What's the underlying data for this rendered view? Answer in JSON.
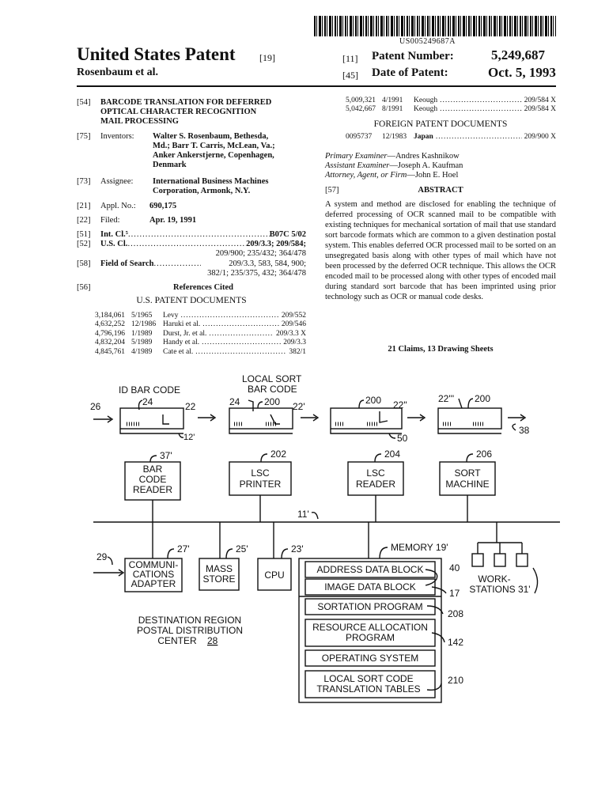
{
  "header": {
    "document_number": "US005249687A",
    "title": "United States Patent",
    "title_code": "[19]",
    "assignee_short": "Rosenbaum et al.",
    "patent_number_code": "[11]",
    "patent_number_label": "Patent Number:",
    "patent_number": "5,249,687",
    "date_code": "[45]",
    "date_label": "Date of Patent:",
    "date": "Oct. 5, 1993"
  },
  "left": {
    "title_code": "[54]",
    "title_lines": [
      "BARCODE TRANSLATION FOR DEFERRED",
      "OPTICAL CHARACTER RECOGNITION",
      "MAIL PROCESSING"
    ],
    "inventors_code": "[75]",
    "inventors_label": "Inventors:",
    "inventors_lines": [
      "Walter S. Rosenbaum, Bethesda,",
      "Md.; Barr T. Carris, McLean, Va.;",
      "Anker Ankerstjerne, Copenhagen,",
      "Denmark"
    ],
    "assignee_code": "[73]",
    "assignee_label": "Assignee:",
    "assignee_lines": [
      "International Business Machines",
      "Corporation, Armonk, N.Y."
    ],
    "appl_code": "[21]",
    "appl_label": "Appl. No.:",
    "appl_value": "690,175",
    "filed_code": "[22]",
    "filed_label": "Filed:",
    "filed_value": "Apr. 19, 1991",
    "intcl_code": "[51]",
    "intcl_label": "Int. Cl.⁵",
    "intcl_value": "B07C 5/02",
    "uscl_code": "[52]",
    "uscl_label": "U.S. Cl.",
    "uscl_value": "209/3.3; 209/584;",
    "uscl_cont": "209/900; 235/432; 364/478",
    "search_code": "[58]",
    "search_label": "Field of Search",
    "search_value": "209/3.3, 583, 584, 900;",
    "search_cont": "382/1; 235/375, 432; 364/478",
    "refs_code": "[56]",
    "refs_title": "References Cited",
    "us_docs_title": "U.S. PATENT DOCUMENTS",
    "us_docs": [
      {
        "num": "3,184,061",
        "date": "5/1965",
        "name": "Levy",
        "cls": "209/552"
      },
      {
        "num": "4,632,252",
        "date": "12/1986",
        "name": "Haruki et al.",
        "cls": "209/546"
      },
      {
        "num": "4,796,196",
        "date": "1/1989",
        "name": "Durst, Jr. et al.",
        "cls": "209/3.3 X"
      },
      {
        "num": "4,832,204",
        "date": "5/1989",
        "name": "Handy et al.",
        "cls": "209/3.3"
      },
      {
        "num": "4,845,761",
        "date": "4/1989",
        "name": "Cate et al.",
        "cls": "382/1"
      }
    ]
  },
  "right": {
    "us_docs_cont": [
      {
        "num": "5,009,321",
        "date": "4/1991",
        "name": "Keough",
        "cls": "209/584 X"
      },
      {
        "num": "5,042,667",
        "date": "8/1991",
        "name": "Keough",
        "cls": "209/584 X"
      }
    ],
    "foreign_title": "FOREIGN PATENT DOCUMENTS",
    "foreign_docs": [
      {
        "num": "0095737",
        "date": "12/1983",
        "name": "Japan",
        "cls": "209/900 X"
      }
    ],
    "primary_label": "Primary Examiner",
    "primary_value": "—Andres Kashnikow",
    "assistant_label": "Assistant Examiner",
    "assistant_value": "—Joseph A. Kaufman",
    "attorney_label": "Attorney, Agent, or Firm",
    "attorney_value": "—John E. Hoel",
    "abstract_code": "[57]",
    "abstract_title": "ABSTRACT",
    "abstract_text": "A system and method are disclosed for enabling the technique of deferred processing of OCR scanned mail to be compatible with existing techniques for mechanical sortation of mail that use standard sort barcode formats which are common to a given destination postal system. This enables deferred OCR processed mail to be sorted on an unsegregated basis along with other types of mail which have not been processed by the deferred OCR technique. This allows the OCR encoded mail to be processed along with other types of encoded mail during standard sort barcode that has been imprinted using prior technology such as OCR or manual code desks.",
    "claims": "21 Claims, 13 Drawing Sheets"
  },
  "drawing": {
    "label_id_bar_code": "ID BAR CODE",
    "label_local_sort_1": "LOCAL SORT",
    "label_local_sort_2": "BAR CODE",
    "ref_26": "26",
    "ref_24a": "24",
    "ref_22": "22",
    "ref_24b": "24",
    "ref_200a": "200",
    "ref_22p": "22'",
    "ref_200b": "200",
    "ref_22pp": "22\"",
    "ref_22ppp": "22'''",
    "ref_200c": "200",
    "ref_38": "38",
    "ref_12p": "12'",
    "ref_50": "50",
    "ref_37p": "37'",
    "ref_202": "202",
    "ref_204": "204",
    "ref_206": "206",
    "box_bcr": [
      "BAR",
      "CODE",
      "READER"
    ],
    "box_lscp": [
      "LSC",
      "PRINTER"
    ],
    "box_lscr": [
      "LSC",
      "READER"
    ],
    "box_sort": [
      "SORT",
      "MACHINE"
    ],
    "ref_11p": "11'",
    "ref_29": "29",
    "ref_27p": "27'",
    "ref_25p": "25'",
    "ref_23p": "23'",
    "memory_label": "MEMORY 19'",
    "box_comm": [
      "COMMUNI-",
      "CATIONS",
      "ADAPTER"
    ],
    "box_mass": [
      "MASS",
      "STORE"
    ],
    "box_cpu": "CPU",
    "mem_address": "ADDRESS DATA BLOCK",
    "mem_image": "IMAGE DATA BLOCK",
    "mem_sort": "SORTATION PROGRAM",
    "mem_resource": [
      "RESOURCE ALLOCATION",
      "PROGRAM"
    ],
    "mem_os": "OPERATING SYSTEM",
    "mem_lsc": [
      "LOCAL SORT CODE",
      "TRANSLATION TABLES"
    ],
    "ref_40": "40",
    "ref_17": "17",
    "ref_208": "208",
    "ref_142": "142",
    "ref_210": "210",
    "workstations": [
      "WORK-",
      "STATIONS 31'"
    ],
    "center": [
      "DESTINATION REGION",
      "POSTAL DISTRIBUTION",
      "CENTER "
    ],
    "center_num": "28"
  }
}
